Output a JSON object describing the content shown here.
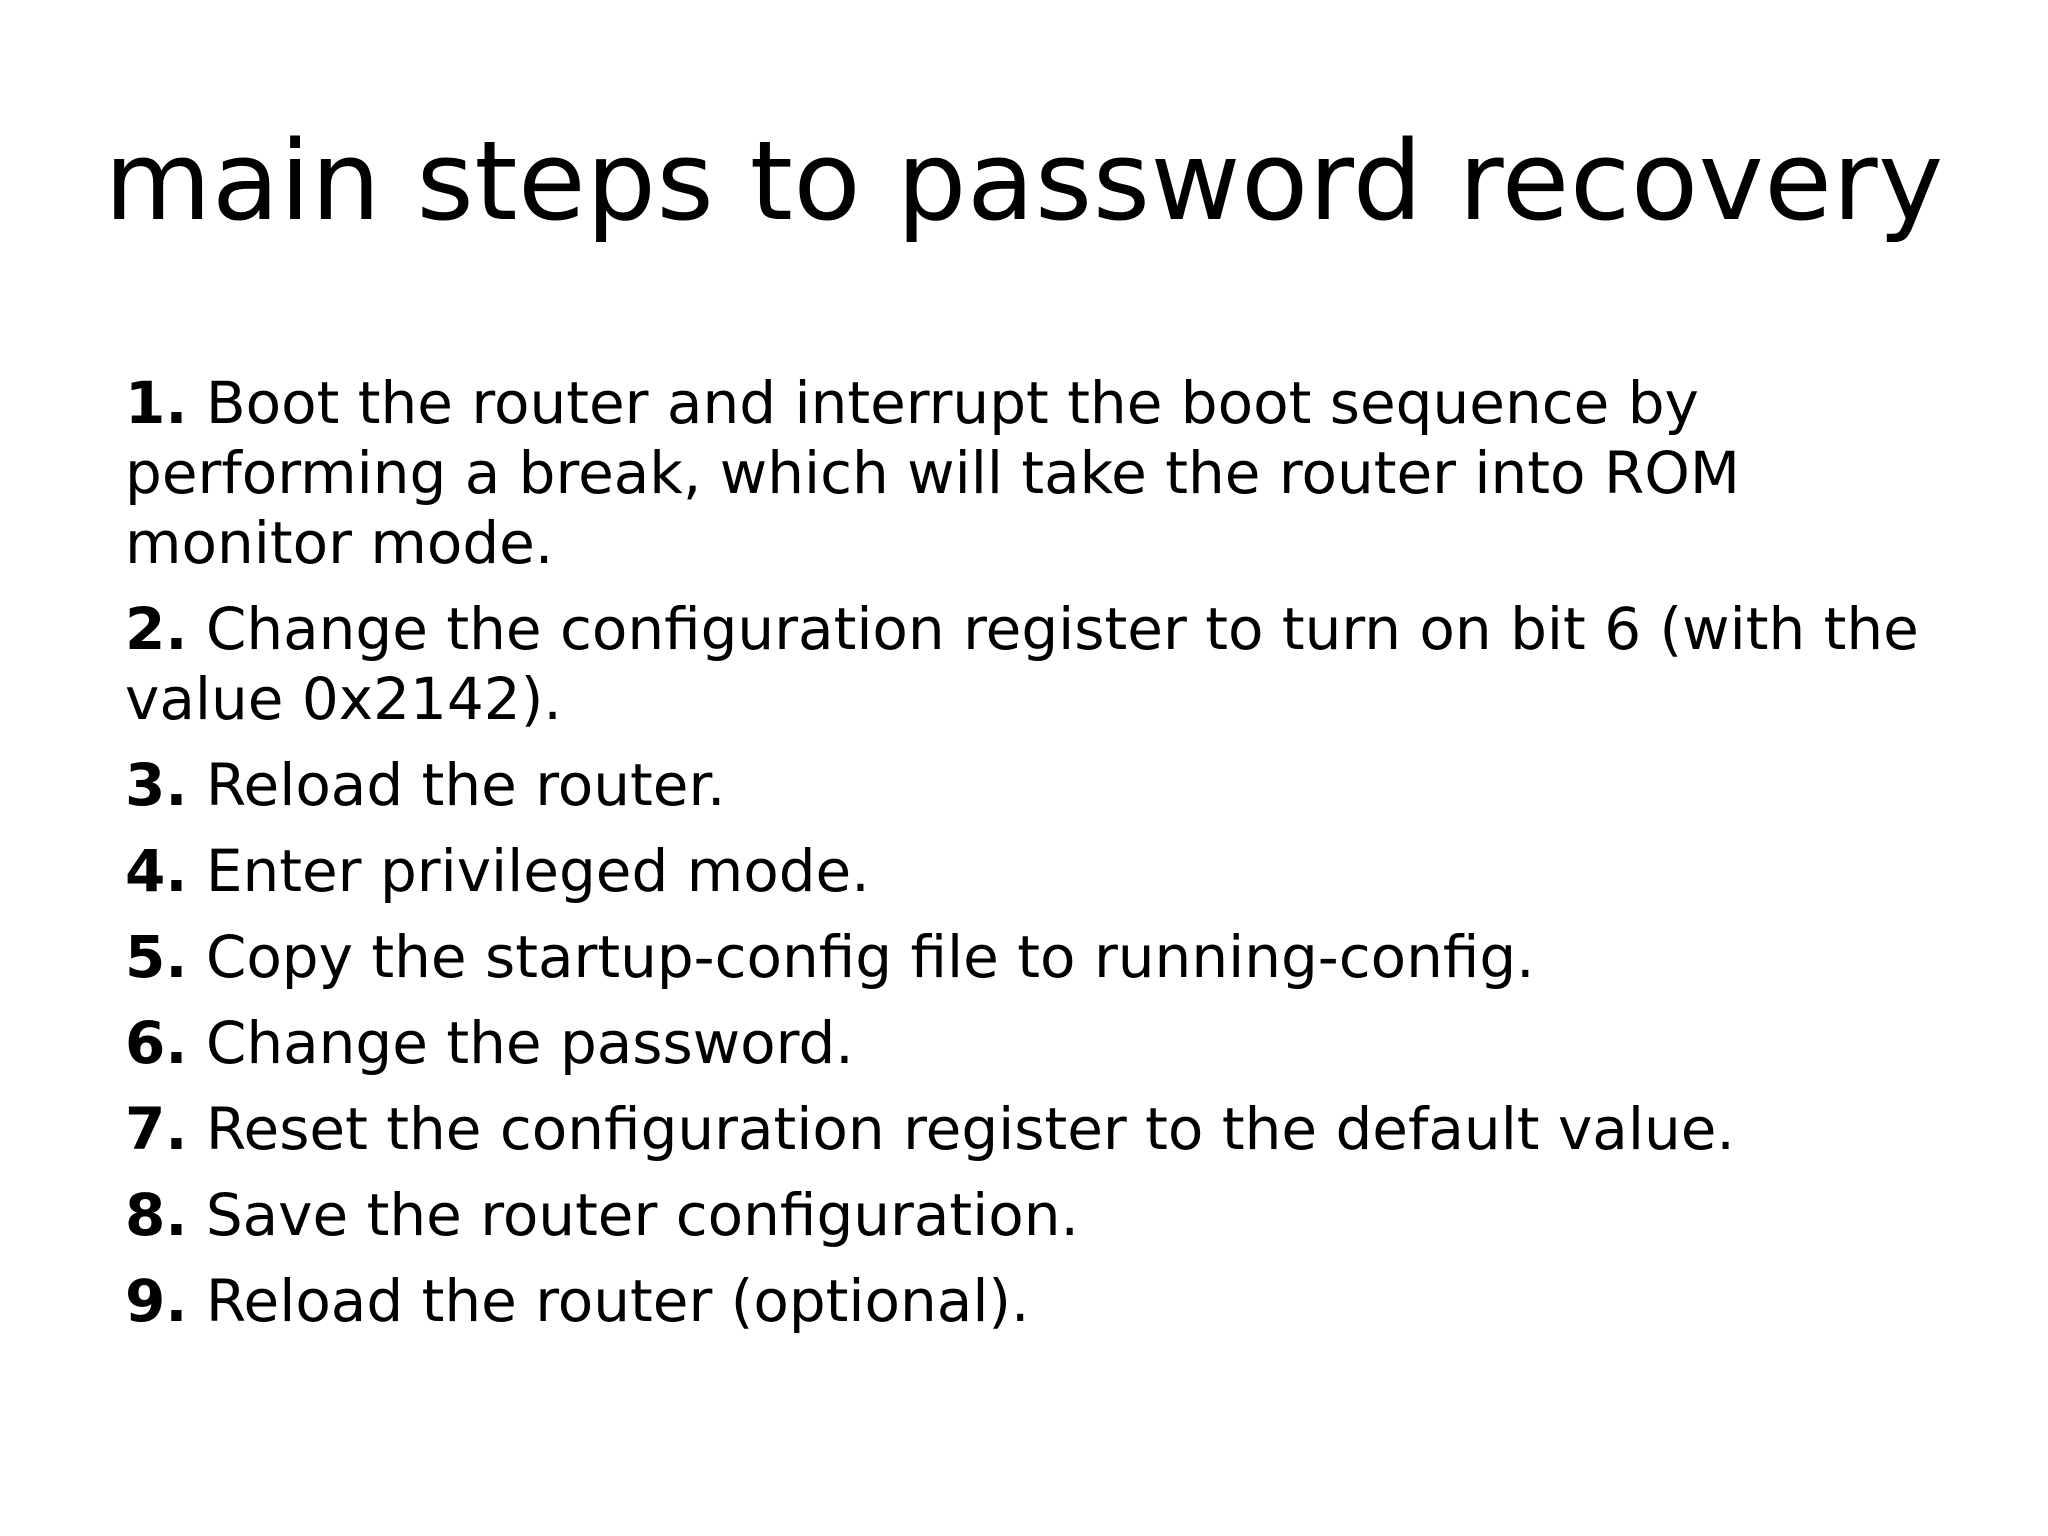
{
  "slide": {
    "title": "main steps to password recovery",
    "steps": [
      {
        "num": "1.",
        "text": "Boot the router and interrupt the boot sequence by performing a break, which will take the router into ROM monitor mode."
      },
      {
        "num": "2.",
        "text": "Change the configuration register to turn on bit 6 (with the value 0x2142)."
      },
      {
        "num": "3.",
        "text": "Reload the router."
      },
      {
        "num": "4.",
        "text": "Enter privileged mode."
      },
      {
        "num": "5.",
        "text": "Copy the startup-config file to running-config."
      },
      {
        "num": "6.",
        "text": "Change the password."
      },
      {
        "num": "7.",
        "text": "Reset the configuration register to the default value."
      },
      {
        "num": "8.",
        "text": "Save the router configuration."
      },
      {
        "num": "9.",
        "text": "Reload the router (optional)."
      }
    ]
  }
}
